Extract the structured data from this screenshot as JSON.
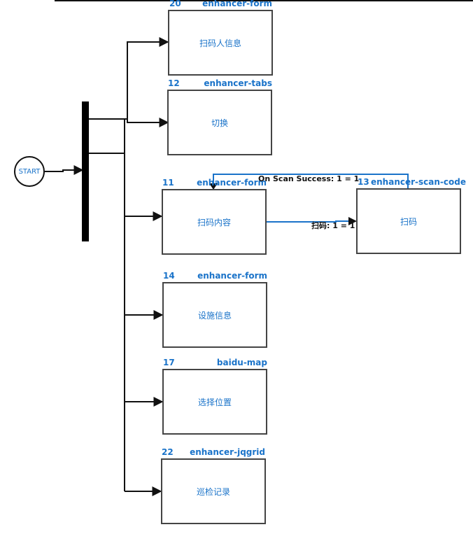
{
  "start": {
    "label": "START"
  },
  "nodes": [
    {
      "id": "20",
      "type": "enhancer-form",
      "label": "扫码人信息"
    },
    {
      "id": "12",
      "type": "enhancer-tabs",
      "label": "切换"
    },
    {
      "id": "11",
      "type": "enhancer-form",
      "label": "扫码内容"
    },
    {
      "id": "13",
      "type": "enhancer-scan-code",
      "label": "扫码"
    },
    {
      "id": "14",
      "type": "enhancer-form",
      "label": "设施信息"
    },
    {
      "id": "17",
      "type": "baidu-map",
      "label": "选择位置"
    },
    {
      "id": "22",
      "type": "enhancer-jqgrid",
      "label": "巡检记录"
    }
  ],
  "edges": [
    {
      "label": "On Scan Success: 1 = 1"
    },
    {
      "label": "扫码: 1 = 1"
    }
  ],
  "colors": {
    "accent": "#1a73c9",
    "line": "#111111",
    "box_border": "#444444"
  }
}
